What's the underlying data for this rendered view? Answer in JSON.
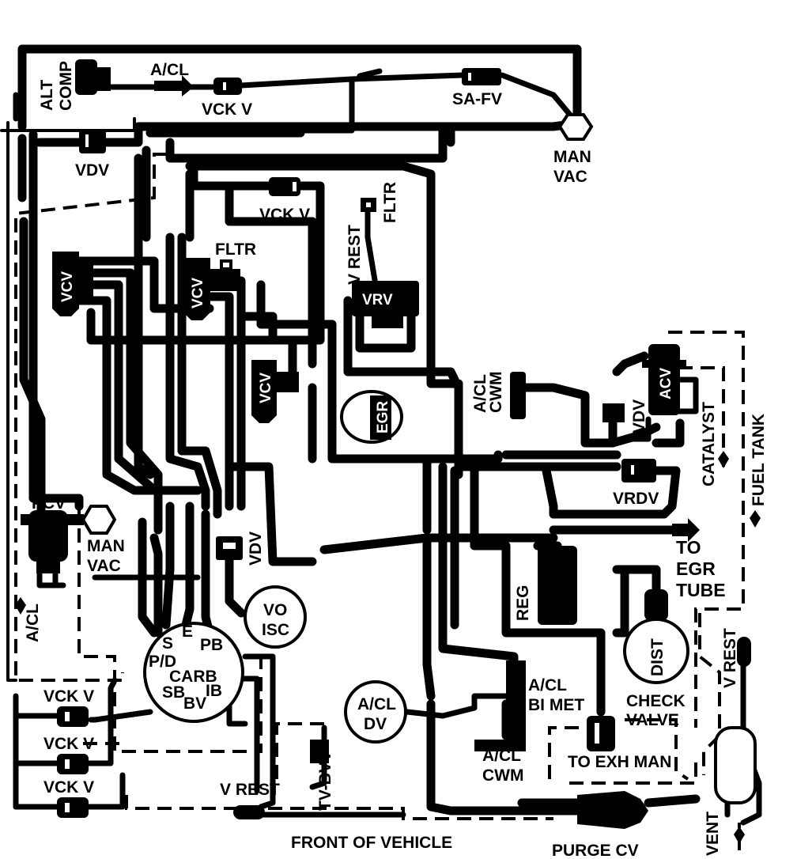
{
  "labels": {
    "alt_comp_1": "ALT",
    "alt_comp_2": "COMP",
    "a_cl_top": "A/CL",
    "vck_v_top": "VCK V",
    "sa_fv": "SA-FV",
    "man_vac_top_1": "MAN",
    "man_vac_top_2": "VAC",
    "vdv_left": "VDV",
    "vck_v_mid": "VCK V",
    "fltr_top": "FLTR",
    "v_rest_top": "V REST",
    "fltr_mid": "FLTR",
    "vcv_1": "VCV",
    "vcv_2": "VCV",
    "vcv_3": "VCV",
    "vrv": "VRV",
    "egr": "EGR",
    "a_cl_cwm_1": "A/CL",
    "a_cl_cwm_2": "CWM",
    "acv": "ACV",
    "vdv_right": "VDV",
    "catalyst": "CATALYST",
    "fuel_tank": "FUEL TANK",
    "vrdv": "VRDV",
    "pcv": "PCV",
    "man_vac_left_1": "MAN",
    "man_vac_left_2": "VAC",
    "vdv_center": "VDV",
    "to_egr_1": "TO",
    "to_egr_2": "EGR",
    "to_egr_3": "TUBE",
    "reg": "REG",
    "a_cl_left": "A/CL",
    "vo_isc_1": "VO",
    "vo_isc_2": "ISC",
    "dist": "DIST",
    "v_rest_right": "V REST",
    "carb_e": "E",
    "carb_s": "S",
    "carb_pb": "PB",
    "carb_pd": "P/D",
    "carb_carb": "CARB",
    "carb_sb": "SB",
    "carb_ib": "IB",
    "carb_bv": "BV",
    "a_cl_dv_1": "A/CL",
    "a_cl_dv_2": "DV",
    "a_cl_bimet_1": "A/CL",
    "a_cl_bimet_2": "BI MET",
    "check_valve_1": "CHECK",
    "check_valve_2": "VALVE",
    "vck_v_1": "VCK V",
    "vck_v_2": "VCK V",
    "vck_v_3": "VCK V",
    "tv_bvv": "TV-BVV",
    "a_cl_cwm_bottom_1": "A/CL",
    "a_cl_cwm_bottom_2": "CWM",
    "to_exh_man": "TO EXH MAN",
    "v_rest_bottom": "V REST",
    "front_of_vehicle": "FRONT OF VEHICLE",
    "purge_cv": "PURGE CV",
    "vent": "VENT"
  }
}
